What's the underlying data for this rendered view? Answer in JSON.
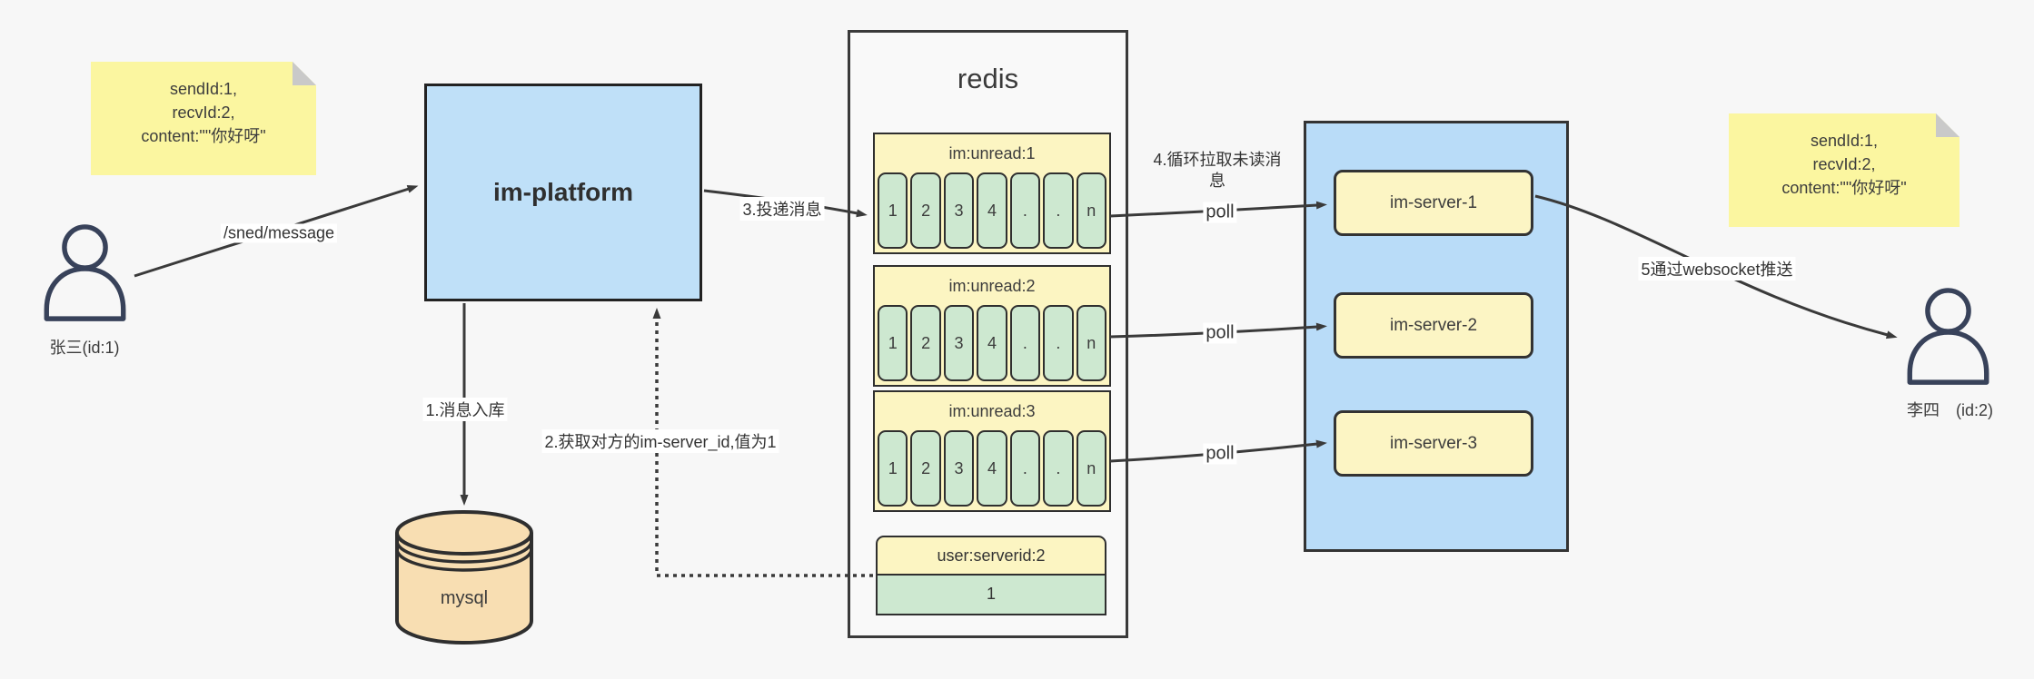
{
  "diagram": {
    "notes": {
      "left": {
        "lines": [
          "sendId:1,",
          "recvId:2,",
          "content:\"\"你好呀\""
        ]
      },
      "right": {
        "lines": [
          "sendId:1,",
          "recvId:2,",
          "content:\"\"你好呀\""
        ]
      }
    },
    "actors": {
      "sender": "张三(id:1)",
      "receiver": "李四　(id:2)"
    },
    "platform": "im-platform",
    "database": "mysql",
    "redis": {
      "title": "redis",
      "queues": [
        {
          "header": "im:unread:1",
          "cells": [
            "1",
            "2",
            "3",
            "4",
            ".",
            ".",
            "n"
          ]
        },
        {
          "header": "im:unread:2",
          "cells": [
            "1",
            "2",
            "3",
            "4",
            ".",
            ".",
            "n"
          ]
        },
        {
          "header": "im:unread:3",
          "cells": [
            "1",
            "2",
            "3",
            "4",
            ".",
            ".",
            "n"
          ]
        }
      ],
      "mapping": {
        "header": "user:serverid:2",
        "value": "1"
      }
    },
    "servers": [
      "im-server-1",
      "im-server-2",
      "im-server-3"
    ],
    "labels": {
      "send": "/sned/message",
      "store": "1.消息入库",
      "lookup": "2.获取对方的im-server_id,值为1",
      "deliver": "3.投递消息",
      "poll_loop_line1": "4.循环拉取未读消",
      "poll_loop_line2": "息",
      "poll": "poll",
      "push": "5通过websocket推送"
    },
    "colors": {
      "background": "#f7f7f7",
      "note_yellow": "#fbf6a0",
      "platform_blue": "#bfe0f8",
      "server_panel_blue": "#b9dcf8",
      "queue_yellow": "#fcf5c2",
      "cell_green": "#cde8d0",
      "db_tan": "#f8deb2",
      "line": "#3a3a3a",
      "person": "#38425a"
    }
  }
}
